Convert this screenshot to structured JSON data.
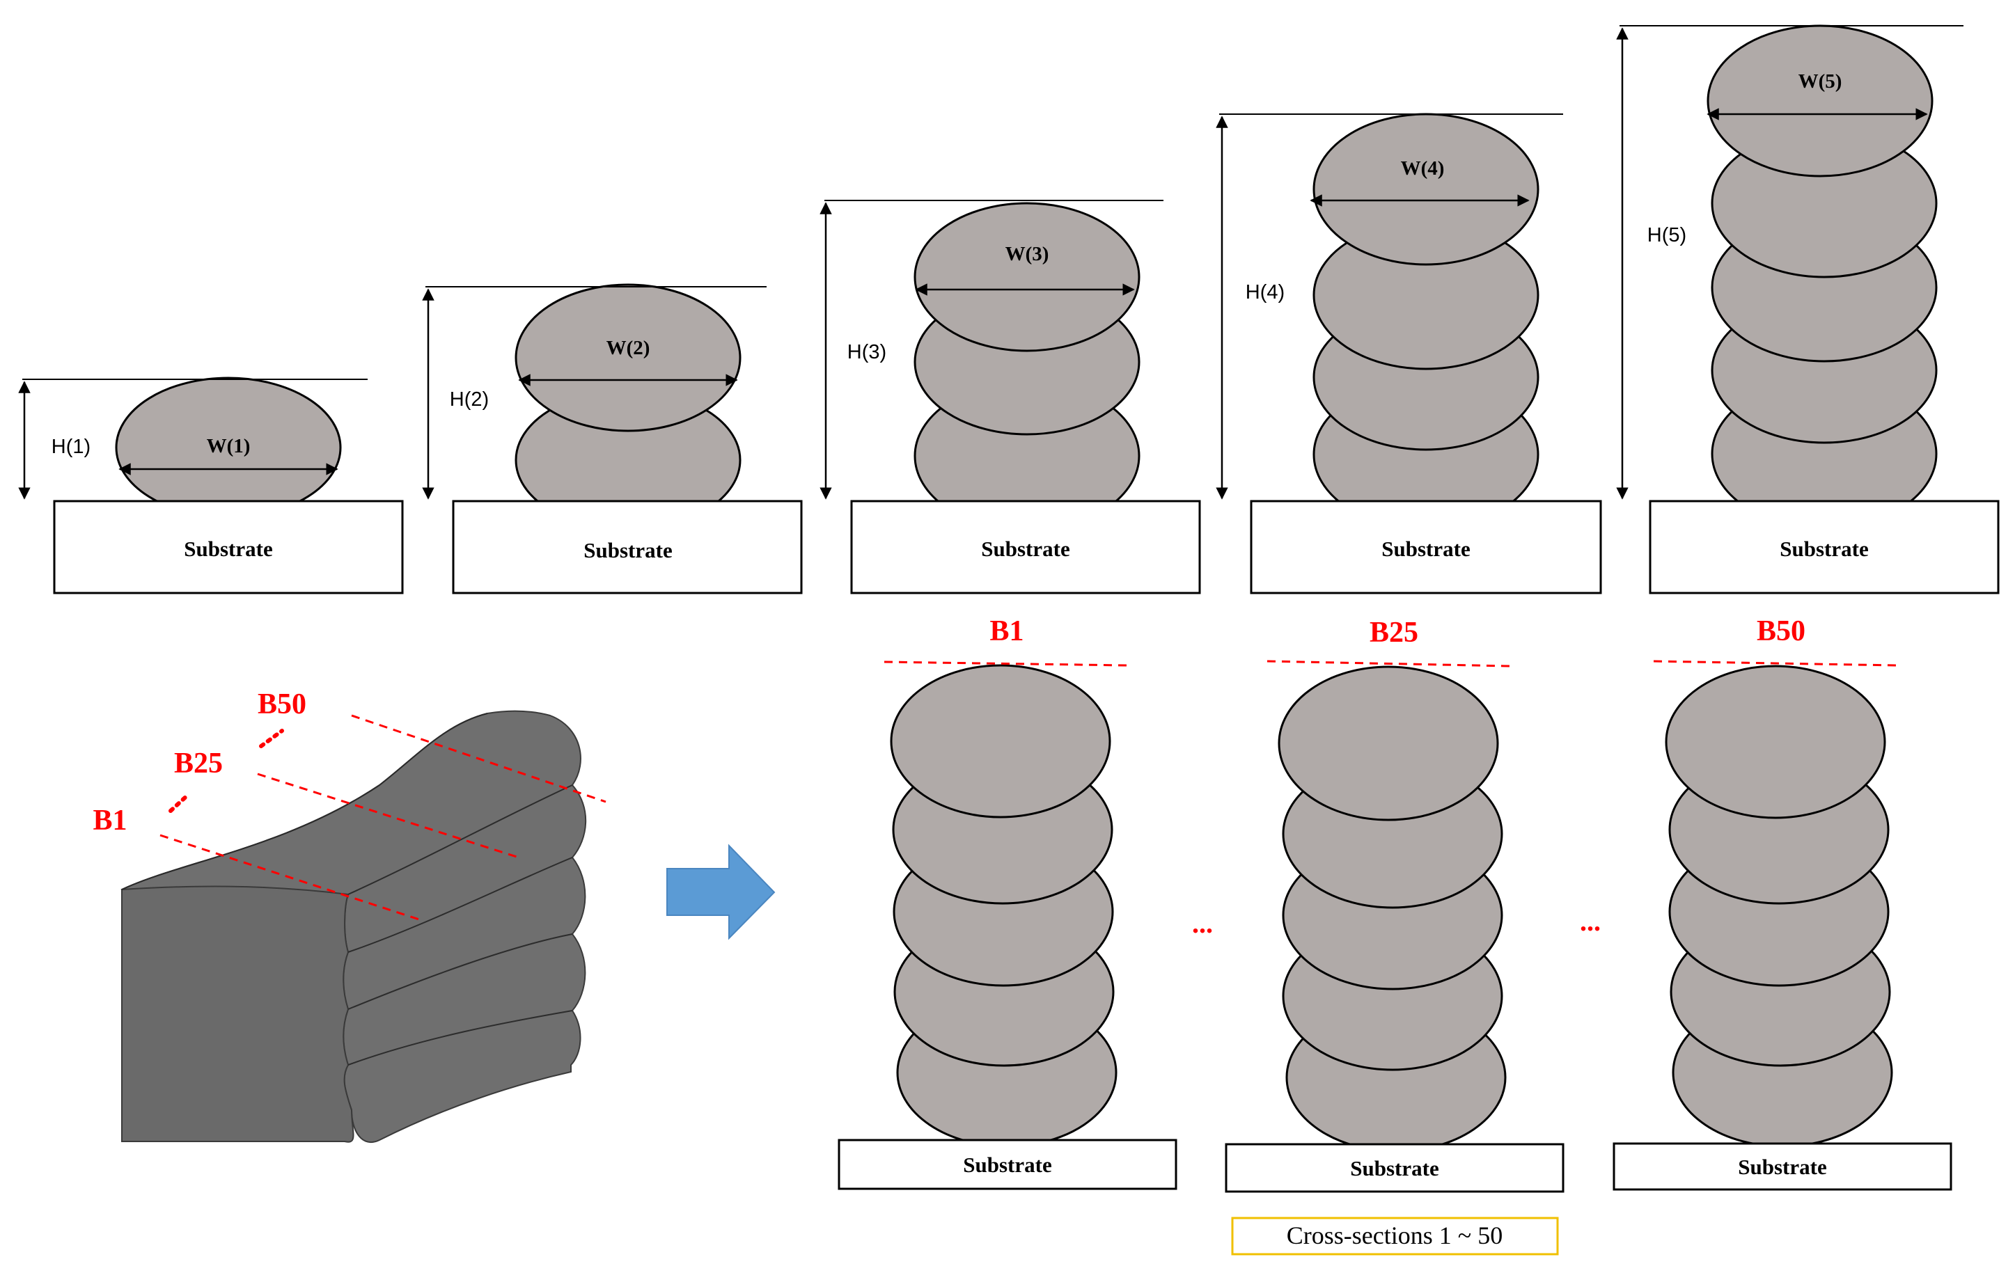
{
  "top_row": {
    "substrate_label": "Substrate",
    "panels": [
      {
        "height_label": "H(1)",
        "width_label": "W(1)",
        "layers": 1
      },
      {
        "height_label": "H(2)",
        "width_label": "W(2)",
        "layers": 2
      },
      {
        "height_label": "H(3)",
        "width_label": "W(3)",
        "layers": 3
      },
      {
        "height_label": "H(4)",
        "width_label": "W(4)",
        "layers": 4
      },
      {
        "height_label": "H(5)",
        "width_label": "W(5)",
        "layers": 5
      }
    ]
  },
  "wall_3d": {
    "section_labels": [
      "B1",
      "B25",
      "B50"
    ],
    "label_color": "#ff0000",
    "wall_color": "#6f6f6f"
  },
  "bottom_row": {
    "substrate_label": "Substrate",
    "sections": [
      {
        "label": "B1",
        "layers": 5
      },
      {
        "label": "B25",
        "layers": 5
      },
      {
        "label": "B50",
        "layers": 5
      }
    ],
    "ellipsis": [
      "...",
      "..."
    ],
    "caption": "Cross-sections 1 ~ 50",
    "caption_border_color": "#f0c000"
  },
  "colors": {
    "bead_fill": "#b0aaa8",
    "outline": "#000000",
    "arrow": "#5b9bd5",
    "label_red": "#ff0000"
  }
}
